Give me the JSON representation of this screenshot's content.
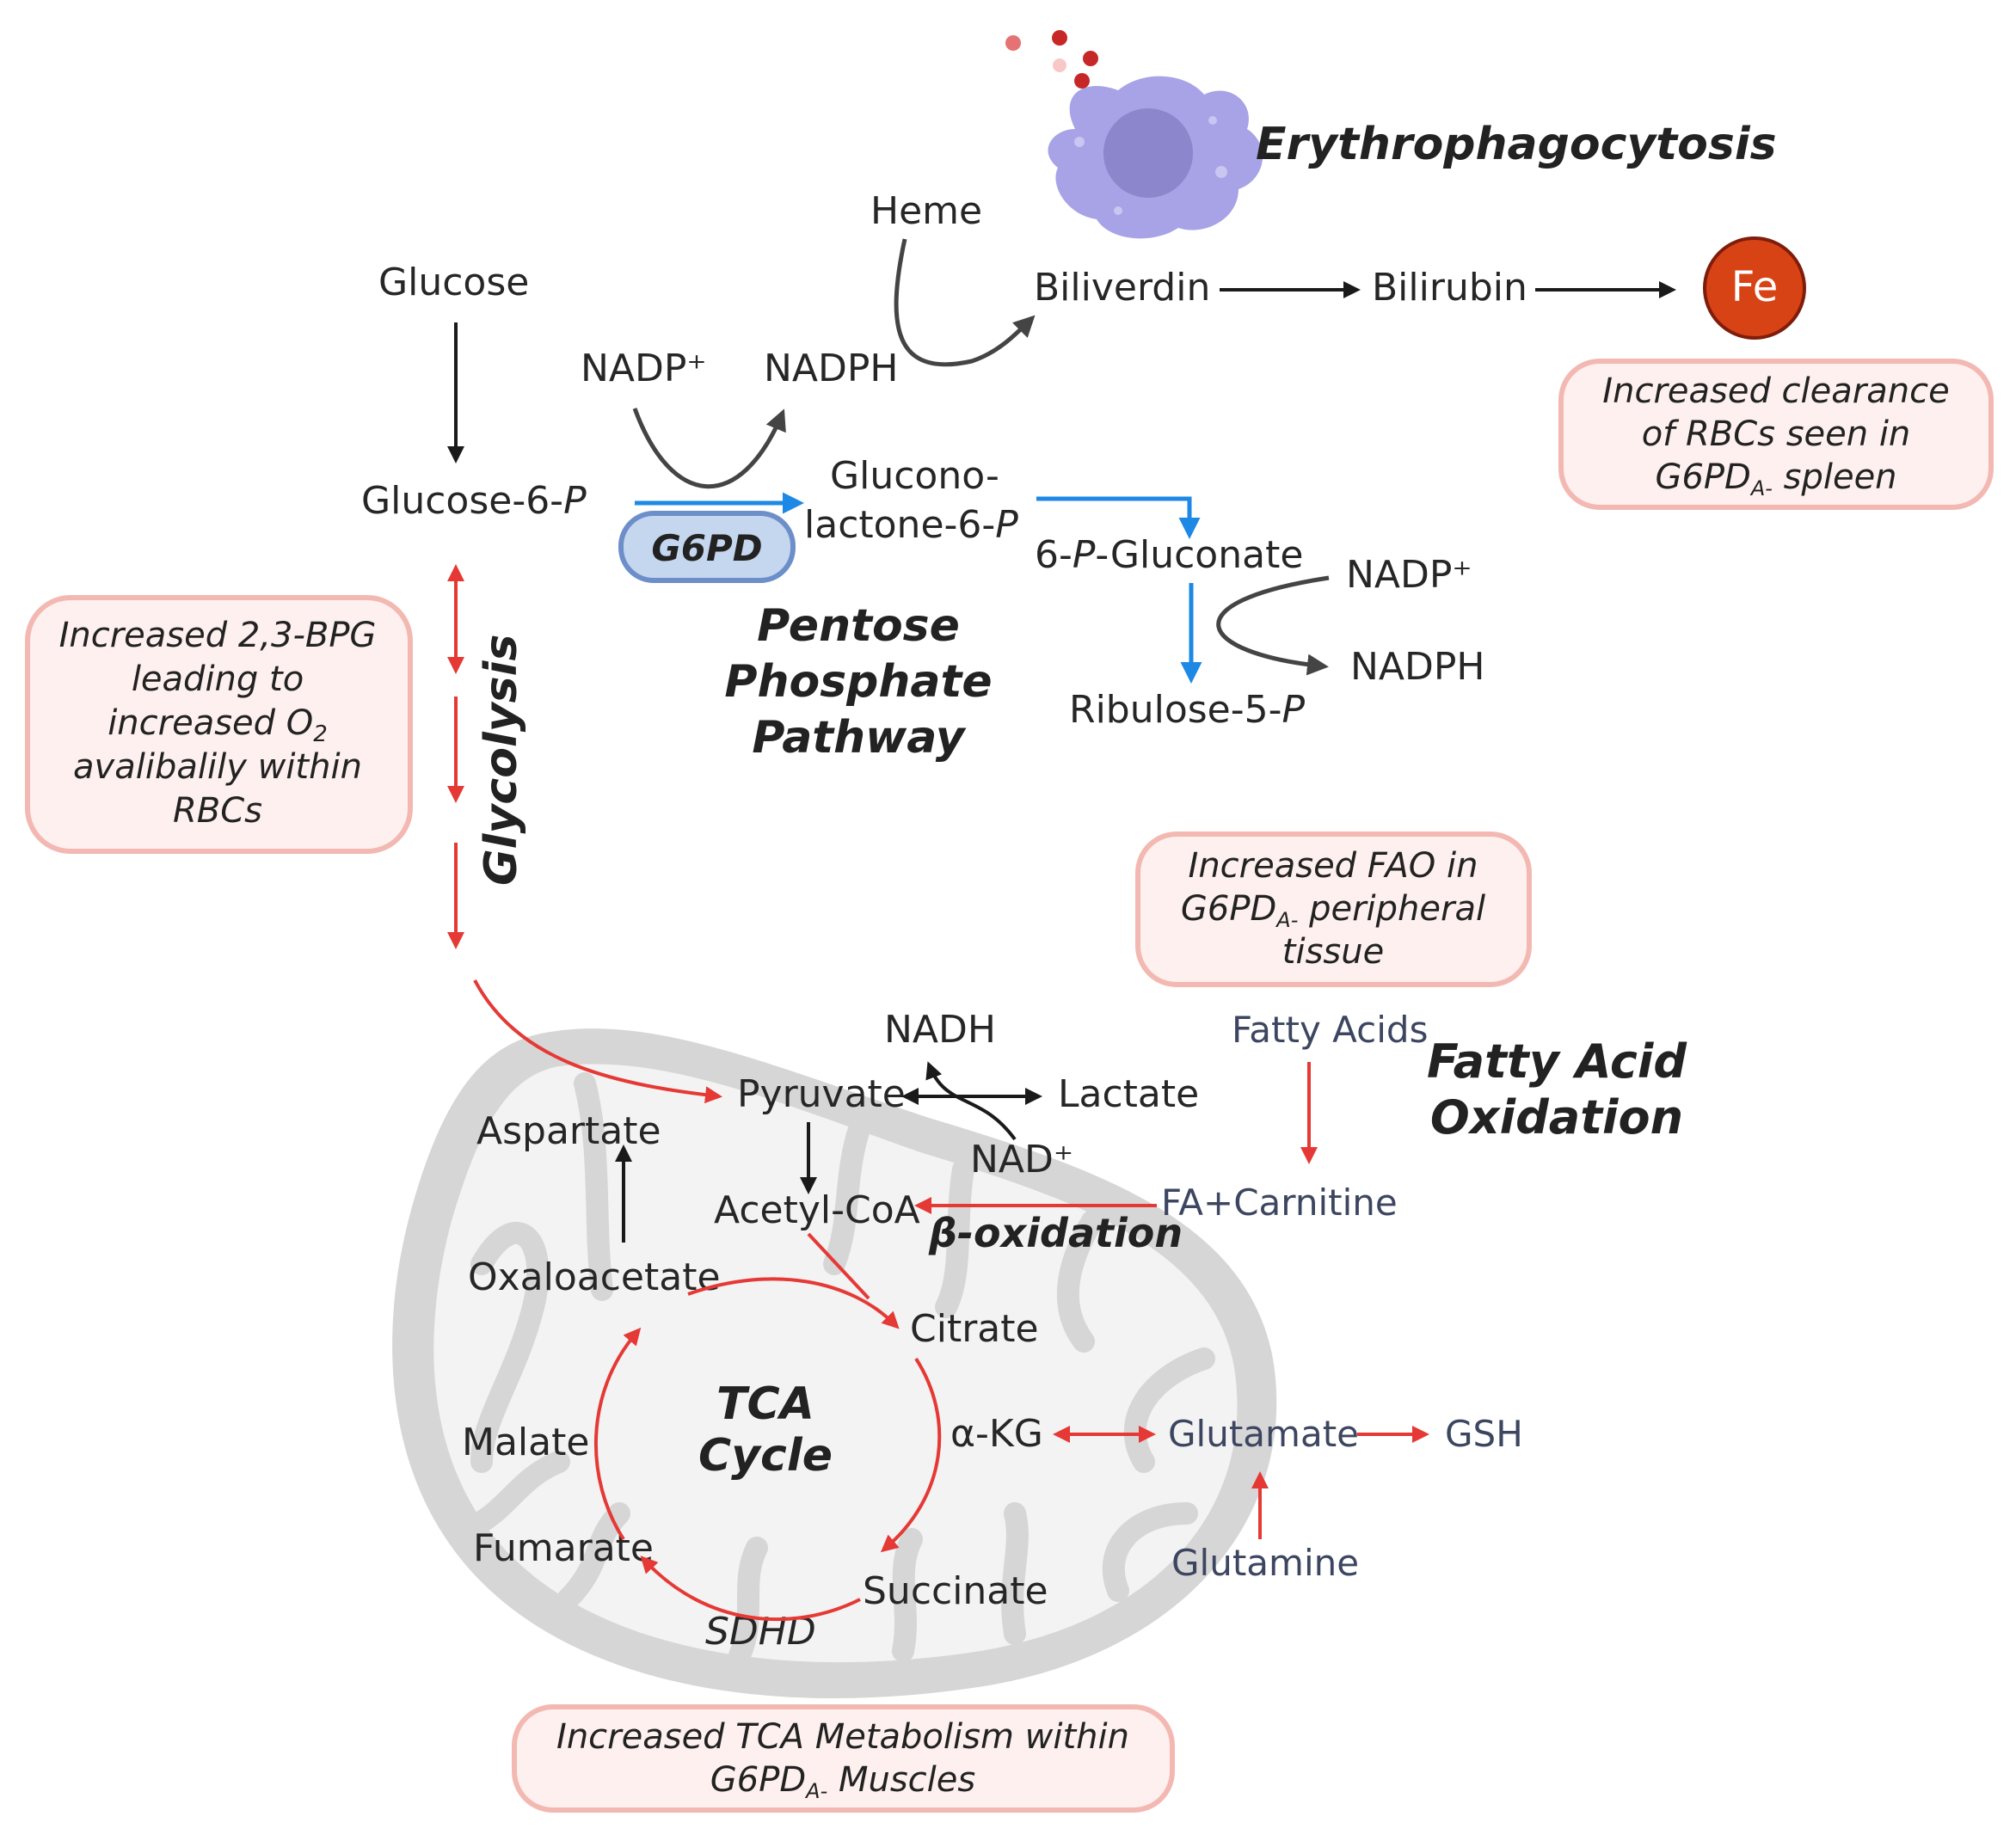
{
  "labels": {
    "erythrophagocytosis": "Erythrophagocytosis",
    "heme": "Heme",
    "biliverdin": "Biliverdin",
    "bilirubin": "Bilirubin",
    "fe": "Fe",
    "glucose": "Glucose",
    "nadp_plus_1": "NADP⁺",
    "nadph_1": "NADPH",
    "glucose6p": "Glucose-6-",
    "p": "P",
    "glucono_1": "Glucono-",
    "glucono_2": "lactone-6-",
    "g6pd": "G6PD",
    "gluconate_pre": "6-",
    "gluconate_post": "-Gluconate",
    "nadp_plus_2": "NADP⁺",
    "nadph_2": "NADPH",
    "ribulose": "Ribulose-5-",
    "ppp_1": "Pentose",
    "ppp_2": "Phosphate",
    "ppp_3": "Pathway",
    "glycolysis": "Glycolysis",
    "fatty_acids": "Fatty Acids",
    "fao_1": "Fatty Acid",
    "fao_2": "Oxidation",
    "fa_carnitine": "FA+Carnitine",
    "beta_oxidation": "β-oxidation",
    "nadh": "NADH",
    "nad_plus": "NAD⁺",
    "pyruvate": "Pyruvate",
    "lactate": "Lactate",
    "aspartate": "Aspartate",
    "acetyl_coa": "Acetyl-CoA",
    "oxaloacetate": "Oxaloacetate",
    "citrate": "Citrate",
    "tca_1": "TCA",
    "tca_2": "Cycle",
    "malate": "Malate",
    "akg": "α-KG",
    "glutamate": "Glutamate",
    "gsh": "GSH",
    "glutamine": "Glutamine",
    "fumarate": "Fumarate",
    "succinate": "Succinate",
    "sdhd": "SDHD"
  },
  "callouts": {
    "rbc_clearance": [
      "Increased clearance",
      "of RBCs seen in",
      "G6PD",
      "A-",
      " spleen"
    ],
    "bpg": [
      "Increased 2,3-BPG",
      "leading to",
      "increased O",
      "2",
      "avalibalily within",
      "RBCs"
    ],
    "fao": [
      "Increased FAO in",
      "G6PD",
      "A-",
      " peripheral",
      "tissue"
    ],
    "tca": [
      "Increased TCA Metabolism within",
      "G6PD",
      "A-",
      " Muscles"
    ]
  },
  "colors": {
    "red_arrow": "#e53935",
    "blue_arrow": "#1e88e5",
    "callout_fill": "#fdf0ee",
    "callout_border": "#f3b8b2",
    "fe_circle": "#d84315",
    "macrophage": "#a7a3e6",
    "mitochondrion": "#d6d6d6",
    "navy_text": "#3d4660"
  },
  "icons": [
    "macrophage-icon",
    "mitochondrion-icon",
    "iron-icon"
  ]
}
